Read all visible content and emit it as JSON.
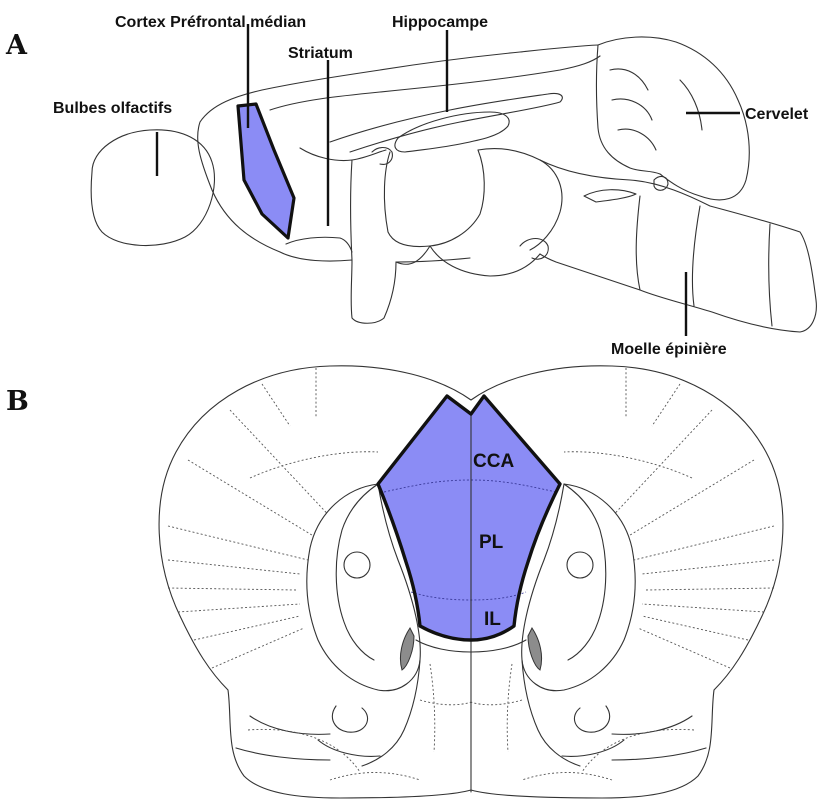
{
  "colors": {
    "highlight": "#8b8cf5",
    "ink": "#111111",
    "outline": "#333333",
    "ventricle": "#8c8c8c"
  },
  "panelA": {
    "letter": "A",
    "labels": {
      "mpfc": "Cortex Préfrontal médian",
      "striatum": "Striatum",
      "hippocampus": "Hippocampe",
      "olfactory": "Bulbes olfactifs",
      "cerebellum": "Cervelet",
      "spinal_cord": "Moelle épinière"
    }
  },
  "panelB": {
    "letter": "B",
    "regions": {
      "cca": "CCA",
      "pl": "PL",
      "il": "IL"
    }
  }
}
